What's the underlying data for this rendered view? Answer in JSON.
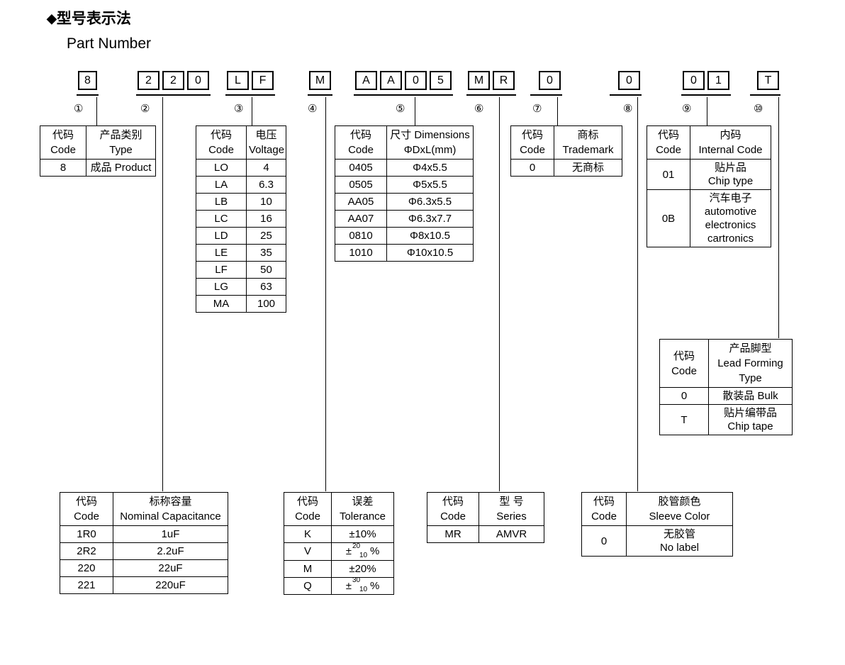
{
  "heading": {
    "diamond": "◆",
    "title_cn": "型号表示法",
    "title_en": "Part Number"
  },
  "part_number": {
    "segments": [
      {
        "marker": "①",
        "chars": [
          "8"
        ]
      },
      {
        "marker": "②",
        "chars": [
          "2",
          "2",
          "0"
        ]
      },
      {
        "marker": "③",
        "chars": [
          "L",
          "F"
        ]
      },
      {
        "marker": "④",
        "chars": [
          "M"
        ]
      },
      {
        "marker": "⑤",
        "chars": [
          "A",
          "A",
          "0",
          "5"
        ]
      },
      {
        "marker": "⑥",
        "chars": [
          "M",
          "R"
        ]
      },
      {
        "marker": "⑦",
        "chars": [
          "0"
        ]
      },
      {
        "marker": "⑧",
        "chars": [
          "0"
        ]
      },
      {
        "marker": "⑨",
        "chars": [
          "0",
          "1"
        ]
      },
      {
        "marker": "⑩",
        "chars": [
          "T"
        ]
      }
    ]
  },
  "tables": {
    "type": {
      "header": {
        "code_cn": "代码",
        "code_en": "Code",
        "value_cn": "产品类别",
        "value_en": "Type"
      },
      "rows": [
        {
          "code": "8",
          "value": "成品 Product"
        }
      ]
    },
    "voltage": {
      "header": {
        "code_cn": "代码",
        "code_en": "Code",
        "value_cn": "电压",
        "value_en": "Voltage"
      },
      "rows": [
        {
          "code": "LO",
          "value": "4"
        },
        {
          "code": "LA",
          "value": "6.3"
        },
        {
          "code": "LB",
          "value": "10"
        },
        {
          "code": "LC",
          "value": "16"
        },
        {
          "code": "LD",
          "value": "25"
        },
        {
          "code": "LE",
          "value": "35"
        },
        {
          "code": "LF",
          "value": "50"
        },
        {
          "code": "LG",
          "value": "63"
        },
        {
          "code": "MA",
          "value": "100"
        }
      ]
    },
    "dimensions": {
      "header": {
        "code_cn": "代码",
        "code_en": "Code",
        "value_cn": "尺寸 Dimensions",
        "value_en": "ΦDxL(mm)"
      },
      "rows": [
        {
          "code": "0405",
          "value": "Φ4x5.5"
        },
        {
          "code": "0505",
          "value": "Φ5x5.5"
        },
        {
          "code": "AA05",
          "value": "Φ6.3x5.5"
        },
        {
          "code": "AA07",
          "value": "Φ6.3x7.7"
        },
        {
          "code": "0810",
          "value": "Φ8x10.5"
        },
        {
          "code": "1010",
          "value": "Φ10x10.5"
        }
      ]
    },
    "trademark": {
      "header": {
        "code_cn": "代码",
        "code_en": "Code",
        "value_cn": "商标",
        "value_en": "Trademark"
      },
      "rows": [
        {
          "code": "0",
          "value": "无商标"
        }
      ]
    },
    "internal_code": {
      "header": {
        "code_cn": "代码",
        "code_en": "Code",
        "value_cn": "内码",
        "value_en": "Internal Code"
      },
      "rows": [
        {
          "code": "01",
          "line1": "贴片品",
          "line2": "Chip type",
          "line3": "",
          "line4": ""
        },
        {
          "code": "0B",
          "line1": "汽车电子",
          "line2": "automotive",
          "line3": "electronics",
          "line4": "cartronics"
        }
      ]
    },
    "lead_forming": {
      "header": {
        "code_cn": "代码",
        "code_en": "Code",
        "value_cn": "产品脚型",
        "value_en": "Lead Forming",
        "value_en2": "Type"
      },
      "rows": [
        {
          "code": "0",
          "line1": "散装品 Bulk",
          "line2": ""
        },
        {
          "code": "T",
          "line1": "贴片编带品",
          "line2": "Chip tape"
        }
      ]
    },
    "capacitance": {
      "header": {
        "code_cn": "代码",
        "code_en": "Code",
        "value_cn": "标称容量",
        "value_en": "Nominal Capacitance"
      },
      "rows": [
        {
          "code": "1R0",
          "value": "1uF"
        },
        {
          "code": "2R2",
          "value": "2.2uF"
        },
        {
          "code": "220",
          "value": "22uF"
        },
        {
          "code": "221",
          "value": "220uF"
        }
      ]
    },
    "tolerance": {
      "header": {
        "code_cn": "代码",
        "code_en": "Code",
        "value_cn": "误差",
        "value_en": "Tolerance"
      },
      "rows": [
        {
          "code": "K",
          "value": "±10%",
          "frac": false
        },
        {
          "code": "V",
          "value": "",
          "frac": true,
          "sign": "±",
          "num": "20",
          "den": "10",
          "unit": "%"
        },
        {
          "code": "M",
          "value": "±20%",
          "frac": false
        },
        {
          "code": "Q",
          "value": "",
          "frac": true,
          "sign": "±",
          "num": "30",
          "den": "10",
          "unit": "%"
        }
      ]
    },
    "series": {
      "header": {
        "code_cn": "代码",
        "code_en": "Code",
        "value_cn": "型 号",
        "value_en": "Series"
      },
      "rows": [
        {
          "code": "MR",
          "value": "AMVR"
        }
      ]
    },
    "sleeve_color": {
      "header": {
        "code_cn": "代码",
        "code_en": "Code",
        "value_cn": "胶管颜色",
        "value_en": "Sleeve Color"
      },
      "rows": [
        {
          "code": "0",
          "line1": "无胶管",
          "line2": "No label"
        }
      ]
    }
  }
}
